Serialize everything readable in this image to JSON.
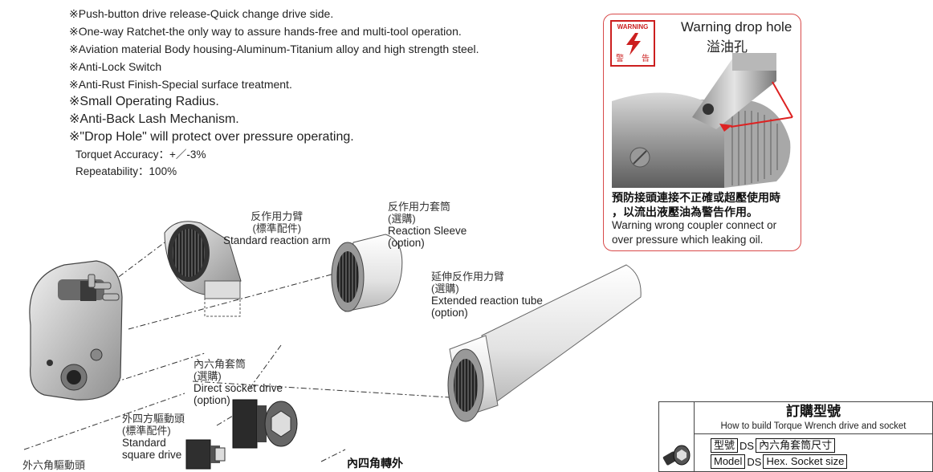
{
  "features": {
    "items": [
      "※Push-button drive release-Quick change drive side.",
      "※One-way Ratchet-the only way to assure hands-free and multi-tool operation.",
      "※Aviation material Body housing-Aluminum-Titanium alloy and high strength steel.",
      "※Anti-Lock Switch",
      "※Anti-Rust Finish-Special surface treatment.",
      "※Small Operating Radius.",
      "※Anti-Back Lash Mechanism.",
      "※\"Drop Hole\" will protect over pressure operating."
    ],
    "spec_accuracy": "Torquet Accuracy：+／-3%",
    "spec_repeatability": "Repeatability：100%"
  },
  "warning_box": {
    "badge_text": "WARNING",
    "badge_zh_left": "警",
    "badge_zh_right": "告",
    "title_en": "Warning drop hole",
    "title_zh": "溢油孔",
    "note_zh_line1": "預防接頭連接不正確或超壓使用時",
    "note_zh_line2": "，以流出液壓油為警告作用。",
    "note_en_line1": "Warning wrong coupler connect or",
    "note_en_line2": "over pressure which leaking oil.",
    "border_color": "#d84a4a",
    "badge_color": "#cc1f1f"
  },
  "diagram_labels": {
    "reaction_arm": {
      "zh1": "反作用力臂",
      "zh2": "(標準配件)",
      "en": "Standard reaction arm"
    },
    "reaction_sleeve": {
      "zh1": "反作用力套筒",
      "zh2": "(選購)",
      "en1": "Reaction Sleeve",
      "en2": "(option)"
    },
    "extended_tube": {
      "zh1": "延伸反作用力臂",
      "zh2": "(選購)",
      "en1": "Extended reaction tube",
      "en2": "(option)"
    },
    "direct_socket": {
      "zh1": "內六角套筒",
      "zh2": "(選購)",
      "en1": "Direct socket drive",
      "en2": "(option)"
    },
    "square_drive": {
      "zh1": "外四方驅動頭",
      "zh2": "(標準配件)",
      "en1": "Standard",
      "en2": "square drive"
    },
    "hex_drive": {
      "zh1": "外六角驅動頭"
    },
    "inner_square": {
      "zh1": "內四角轉外"
    }
  },
  "order_table": {
    "title_zh": "訂購型號",
    "title_en": "How to build Torque Wrench drive and socket",
    "row1": {
      "label": "型號",
      "code": "DS",
      "value": "內六角套筒尺寸"
    },
    "row2": {
      "label": "Model",
      "code": "DS",
      "value": "Hex. Socket size"
    }
  }
}
